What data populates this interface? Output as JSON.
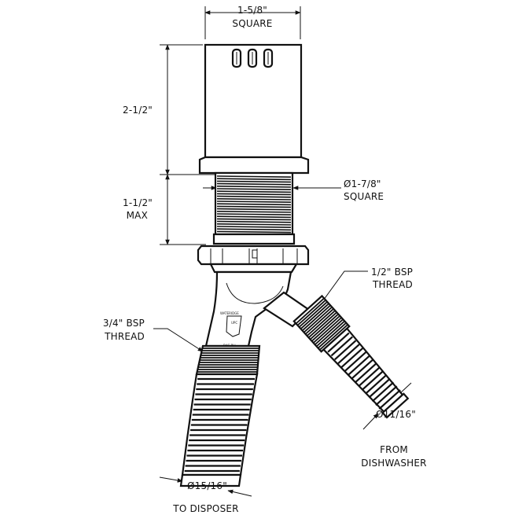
{
  "labels": {
    "top_width": "1-5/8\"",
    "top_square": "SQUARE",
    "body_height": "2-1/2\"",
    "thread_len": "1-1/2\"",
    "thread_len_max": "MAX",
    "thread_dia": "Ø1-7/8\"",
    "thread_dia_square": "SQUARE",
    "half_bsp_1": "1/2\" BSP",
    "half_bsp_2": "THREAD",
    "three_q_bsp_1": "3/4\" BSP",
    "three_q_bsp_2": "THREAD",
    "small_dia": "Ø11/16\"",
    "from_1": "FROM",
    "from_2": "DISHWASHER",
    "big_dia": "Ø15/16\"",
    "to_disposer": "TO DISPOSER",
    "mark_top": "WATERIDGE",
    "mark_upc": "UPC",
    "mark_bottom": "BAG PLI"
  },
  "colors": {
    "line": "#111111",
    "background": "#ffffff"
  }
}
